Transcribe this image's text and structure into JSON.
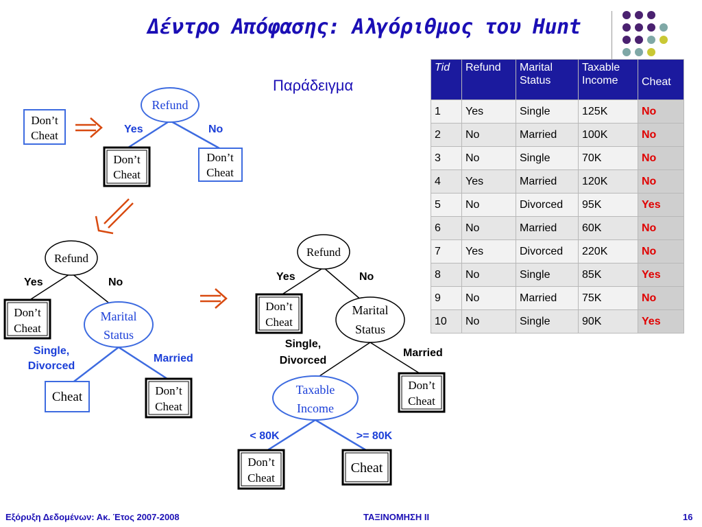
{
  "title": "Δέντρο Απόφασης: Αλγόριθμος του Hunt",
  "subtitle": "Παράδειγμα",
  "colors": {
    "title": "#1b0fb5",
    "arrow": "#d84a10",
    "node_border": "#3d6be0",
    "yes_no": "#1b3fd8",
    "table_header": "#1b1a9e",
    "cheat_value": "#e00000"
  },
  "tree1": {
    "root": "Refund",
    "yes": "Yes",
    "no": "No",
    "leaf_left": [
      "Don’t",
      "Cheat"
    ],
    "leaf_right": [
      "Don’t",
      "Cheat"
    ],
    "initial": [
      "Don’t",
      "Cheat"
    ]
  },
  "tree2": {
    "root": "Refund",
    "yes": "Yes",
    "no": "No",
    "leaf_yes": [
      "Don’t",
      "Cheat"
    ],
    "marital": [
      "Marital",
      "Status"
    ],
    "single": [
      "Single,",
      "Divorced"
    ],
    "married": "Married",
    "leaf_single": "Cheat",
    "leaf_married": [
      "Don’t",
      "Cheat"
    ]
  },
  "tree3": {
    "root": "Refund",
    "yes": "Yes",
    "no": "No",
    "leaf_yes": [
      "Don’t",
      "Cheat"
    ],
    "marital": [
      "Marital",
      "Status"
    ],
    "single": [
      "Single,",
      "Divorced"
    ],
    "married": "Married",
    "leaf_married": [
      "Don’t",
      "Cheat"
    ],
    "income": [
      "Taxable",
      "Income"
    ],
    "lt": "< 80K",
    "ge": ">= 80K",
    "leaf_lt": [
      "Don’t",
      "Cheat"
    ],
    "leaf_ge": "Cheat"
  },
  "table": {
    "headers": [
      "Tid",
      "Refund",
      "Marital Status",
      "Taxable Income",
      "Cheat"
    ],
    "rows": [
      [
        "1",
        "Yes",
        "Single",
        "125K",
        "No"
      ],
      [
        "2",
        "No",
        "Married",
        "100K",
        "No"
      ],
      [
        "3",
        "No",
        "Single",
        "70K",
        "No"
      ],
      [
        "4",
        "Yes",
        "Married",
        "120K",
        "No"
      ],
      [
        "5",
        "No",
        "Divorced",
        "95K",
        "Yes"
      ],
      [
        "6",
        "No",
        "Married",
        "60K",
        "No"
      ],
      [
        "7",
        "Yes",
        "Divorced",
        "220K",
        "No"
      ],
      [
        "8",
        "No",
        "Single",
        "85K",
        "Yes"
      ],
      [
        "9",
        "No",
        "Married",
        "75K",
        "No"
      ],
      [
        "10",
        "No",
        "Single",
        "90K",
        "Yes"
      ]
    ]
  },
  "footer": {
    "left": "Εξόρυξη Δεδομένων: Ακ. Έτος 2007-2008",
    "center": "ΤΑΞΙΝΟΜΗΣΗ II",
    "right": "16"
  }
}
